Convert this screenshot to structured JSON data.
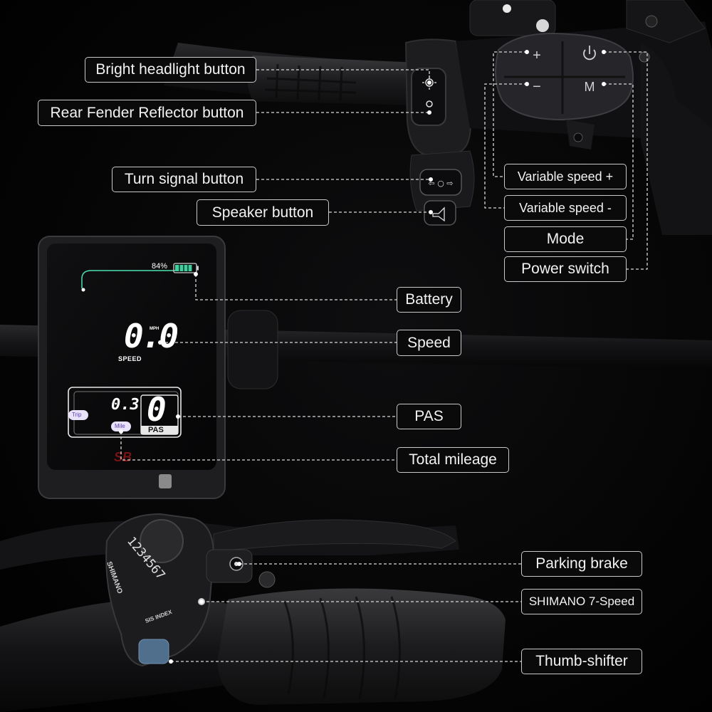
{
  "callouts": {
    "bright_headlight": "Bright headlight button",
    "rear_fender_reflector": "Rear Fender Reflector button",
    "turn_signal": "Turn signal button",
    "speaker": "Speaker button",
    "variable_speed_plus": "Variable speed +",
    "variable_speed_minus": "Variable speed -",
    "mode": "Mode",
    "power_switch": "Power switch",
    "battery": "Battery",
    "speed": "Speed",
    "pas": "PAS",
    "total_mileage": "Total mileage",
    "parking_brake": "Parking brake",
    "shimano_7_speed": "SHIMANO 7-Speed",
    "thumb_shifter": "Thumb-shifter"
  },
  "display": {
    "battery_percent": "84%",
    "battery_level": 0.84,
    "speed_value": "0.0",
    "speed_unit": "MPH",
    "speed_label": "SPEED",
    "trip_value": "0.3",
    "trip_label": "Trip",
    "mile_label": "Mile",
    "pas_value": "0",
    "pas_label": "PAS",
    "logo": "SB"
  },
  "controller": {
    "plus": "+",
    "minus": "−",
    "mode": "M",
    "power_icon": "power-icon"
  },
  "shifter": {
    "gear_numbers": "1234567",
    "brand": "SHIMANO",
    "sis_logo": "SIS INDEX"
  },
  "colors": {
    "callout_border": "#c9c9c9",
    "battery_green": "#3fd0a0",
    "display_accent": "#8a6de0"
  }
}
